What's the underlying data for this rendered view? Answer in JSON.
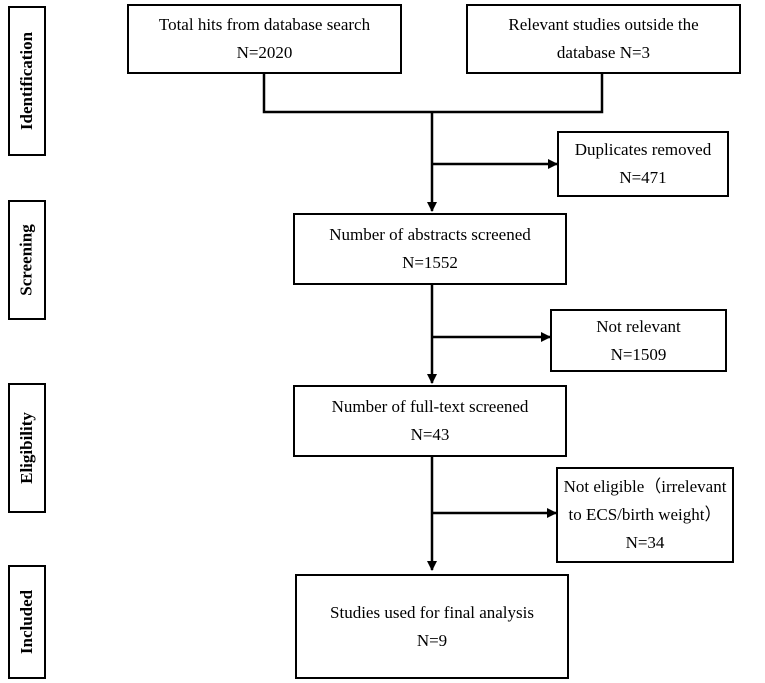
{
  "stages": {
    "identification": "Identification",
    "screening": "Screening",
    "eligibility": "Eligibility",
    "included": "Included"
  },
  "boxes": {
    "database_hits": {
      "line1": "Total hits from database search",
      "line2": "N=2020"
    },
    "outside_studies": {
      "line1": "Relevant studies outside the",
      "line2": "database N=3"
    },
    "duplicates": {
      "line1": "Duplicates removed",
      "line2": "N=471"
    },
    "abstracts": {
      "line1": "Number of abstracts screened",
      "line2": "N=1552"
    },
    "not_relevant": {
      "line1": "Not relevant",
      "line2": "N=1509"
    },
    "full_text": {
      "line1": "Number of full-text screened",
      "line2": "N=43"
    },
    "not_eligible": {
      "line1": "Not eligible（irrelevant",
      "line2": "to ECS/birth weight）",
      "line3": "N=34"
    },
    "final": {
      "line1": "Studies used for final analysis",
      "line2": "N=9"
    }
  }
}
